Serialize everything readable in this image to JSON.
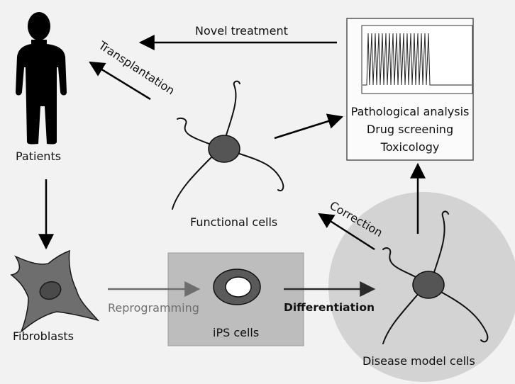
{
  "labels": {
    "patients": "Patients",
    "fibroblasts": "Fibroblasts",
    "reprogramming": "Reprogramming",
    "ips_cells": "iPS cells",
    "differentiation": "Differentiation",
    "disease_model_cells": "Disease model cells",
    "correction": "Correction",
    "functional_cells": "Functional cells",
    "transplantation": "Transplantation",
    "novel_treatment": "Novel treatment"
  },
  "analysis_box": {
    "lines": [
      "Pathological analysis",
      "Drug screening",
      "Toxicology"
    ]
  },
  "colors": {
    "background": "#f2f2f2",
    "ips_box": "#bdbdbd",
    "disease_circle": "#d3d3d3",
    "cell_body": "#555555",
    "figure": "#000000",
    "gray_arrow": "#6e6e6e",
    "gray_text": "#707070"
  }
}
